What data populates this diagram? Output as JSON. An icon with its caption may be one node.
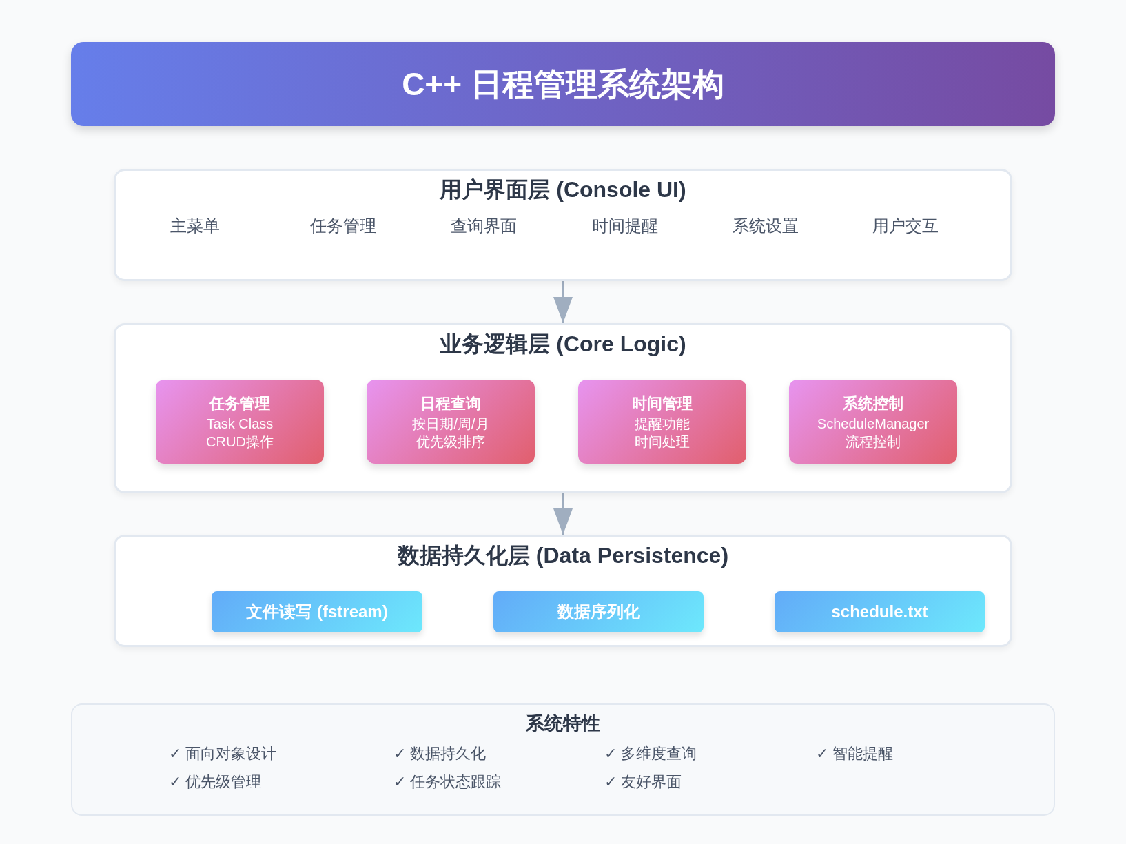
{
  "diagram": {
    "title": "C++ 日程管理系统架构",
    "nodes": [
      {
        "text": [
          "用户界面层 (Console UI)",
          "主菜单",
          "任务管理",
          "查询界面",
          "时间提醒",
          "系统设置",
          "用户交互"
        ]
      },
      {
        "text": [
          "业务逻辑层 (Core Logic)"
        ]
      },
      {
        "text": [
          "任务管理",
          "Task Class",
          "CRUD操作"
        ],
        "in": 1
      },
      {
        "text": [
          "日程查询",
          "按日期/周/月",
          "优先级排序"
        ],
        "in": 1
      },
      {
        "text": [
          "时间管理",
          "提醒功能",
          "时间处理"
        ],
        "in": 1
      },
      {
        "text": [
          "系统控制",
          "ScheduleManager",
          "流程控制"
        ],
        "in": 1
      },
      {
        "text": [
          "数据持久化层 (Data Persistence)"
        ]
      },
      {
        "text": [
          "文件读写 (fstream)"
        ],
        "in": 6
      },
      {
        "text": [
          "数据序列化"
        ],
        "in": 6
      },
      {
        "text": [
          "schedule.txt"
        ],
        "in": 6
      },
      {
        "text": [
          "系统特性",
          "✓ 面向对象设计",
          "✓ 数据持久化",
          "✓ 多维度查询",
          "✓ 智能提醒",
          "✓ 优先级管理",
          "✓ 任务状态跟踪",
          "✓ 友好界面"
        ]
      }
    ],
    "edges": [
      {
        "from": 0,
        "to": 1,
        "arrow": "to"
      },
      {
        "from": 1,
        "to": 6,
        "arrow": "to"
      }
    ]
  }
}
